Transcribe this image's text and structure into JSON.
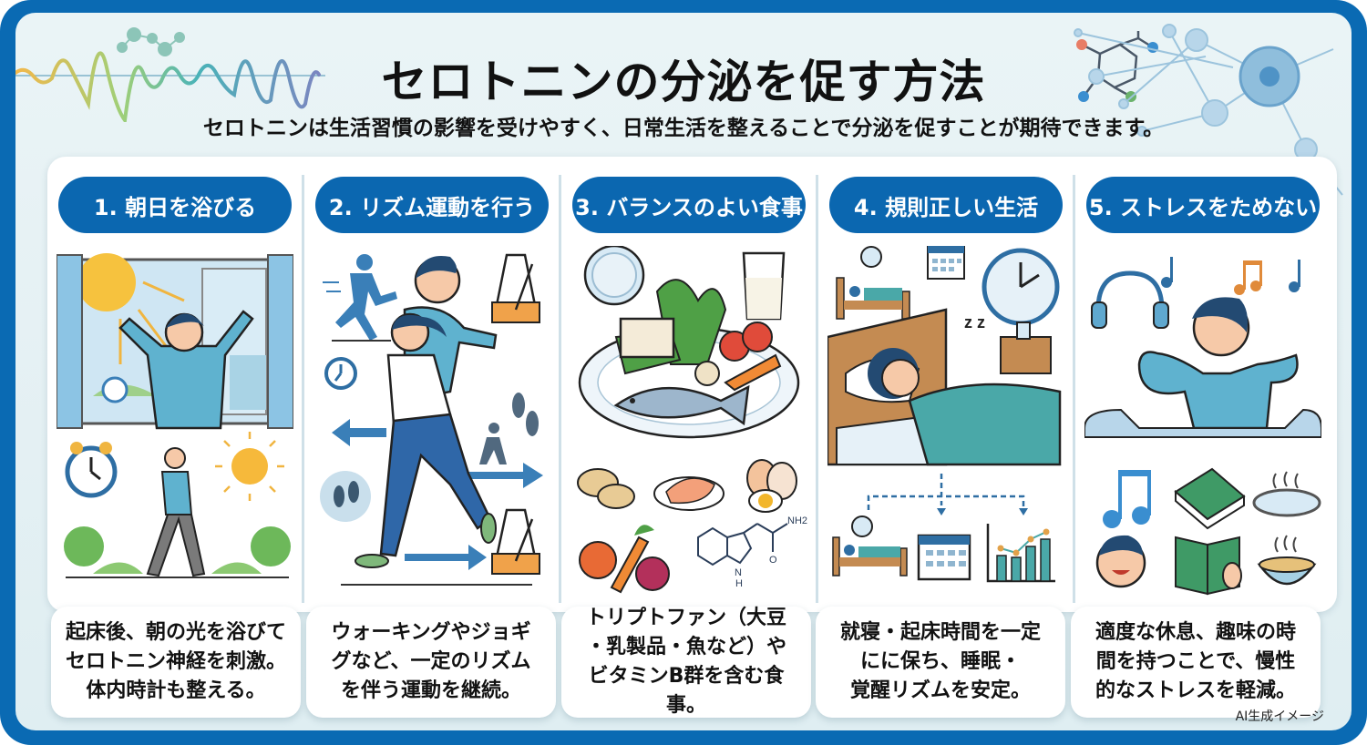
{
  "header": {
    "title": "セロトニンの分泌を促す方法",
    "subtitle": "セロトニンは生活習慣の影響を受けやすく、日常生活を整えることで分泌を促すことが期待できます。"
  },
  "colors": {
    "frame": "#0a6ab3",
    "pill": "#0b67b0",
    "background": "#e6f2f4",
    "card": "#ffffff",
    "divider": "#cfe0e8"
  },
  "methods": [
    {
      "label": "1. 朝日を浴びる",
      "description": "起床後、朝の光を浴びて\nセロトニン神経を刺激。\n体内時計も整える。",
      "icons": [
        "window-sunrise-icon",
        "alarm-clock-icon",
        "walking-person-icon",
        "sun-icon",
        "tree-icon"
      ]
    },
    {
      "label": "2. リズム運動を行う",
      "description": "ウォーキングやジョギ\nグなど、一定のリズム\nを伴う運動を継続。",
      "icons": [
        "running-person-icon",
        "metronome-icon",
        "clock-icon",
        "footprints-icon",
        "arrow-icon"
      ]
    },
    {
      "label": "3. バランスのよい食事",
      "description": "トリプトファン（大豆\n・乳製品・魚など）や\nビタミンB群を含む食事。",
      "icons": [
        "food-plate-icon",
        "milk-glass-icon",
        "beans-icon",
        "salmon-icon",
        "eggs-icon",
        "vegetables-icon",
        "tryptophan-molecule-icon"
      ],
      "molecule_label_nh2": "NH2",
      "molecule_label_nh": "N",
      "molecule_label_h": "H",
      "molecule_label_o": "O"
    },
    {
      "label": "4. 規則正しい生活",
      "description": "就寝・起床時間を一定\nにに保ち、睡眠・\n覚醒リズムを安定。",
      "icons": [
        "bed-icon",
        "calendar-icon",
        "wall-clock-icon",
        "sleeping-person-icon",
        "bar-chart-icon"
      ],
      "zzz": "z z"
    },
    {
      "label": "5. ストレスをためない",
      "description": "適度な休息、趣味の時\n間を持つことで、慢性\n的なストレスを軽減。",
      "icons": [
        "headphones-icon",
        "music-note-icon",
        "relaxing-person-icon",
        "book-icon",
        "hot-bath-icon",
        "smiling-face-icon",
        "reading-icon",
        "food-bowl-icon"
      ]
    }
  ],
  "footer": {
    "credit": "AI生成イメージ"
  }
}
